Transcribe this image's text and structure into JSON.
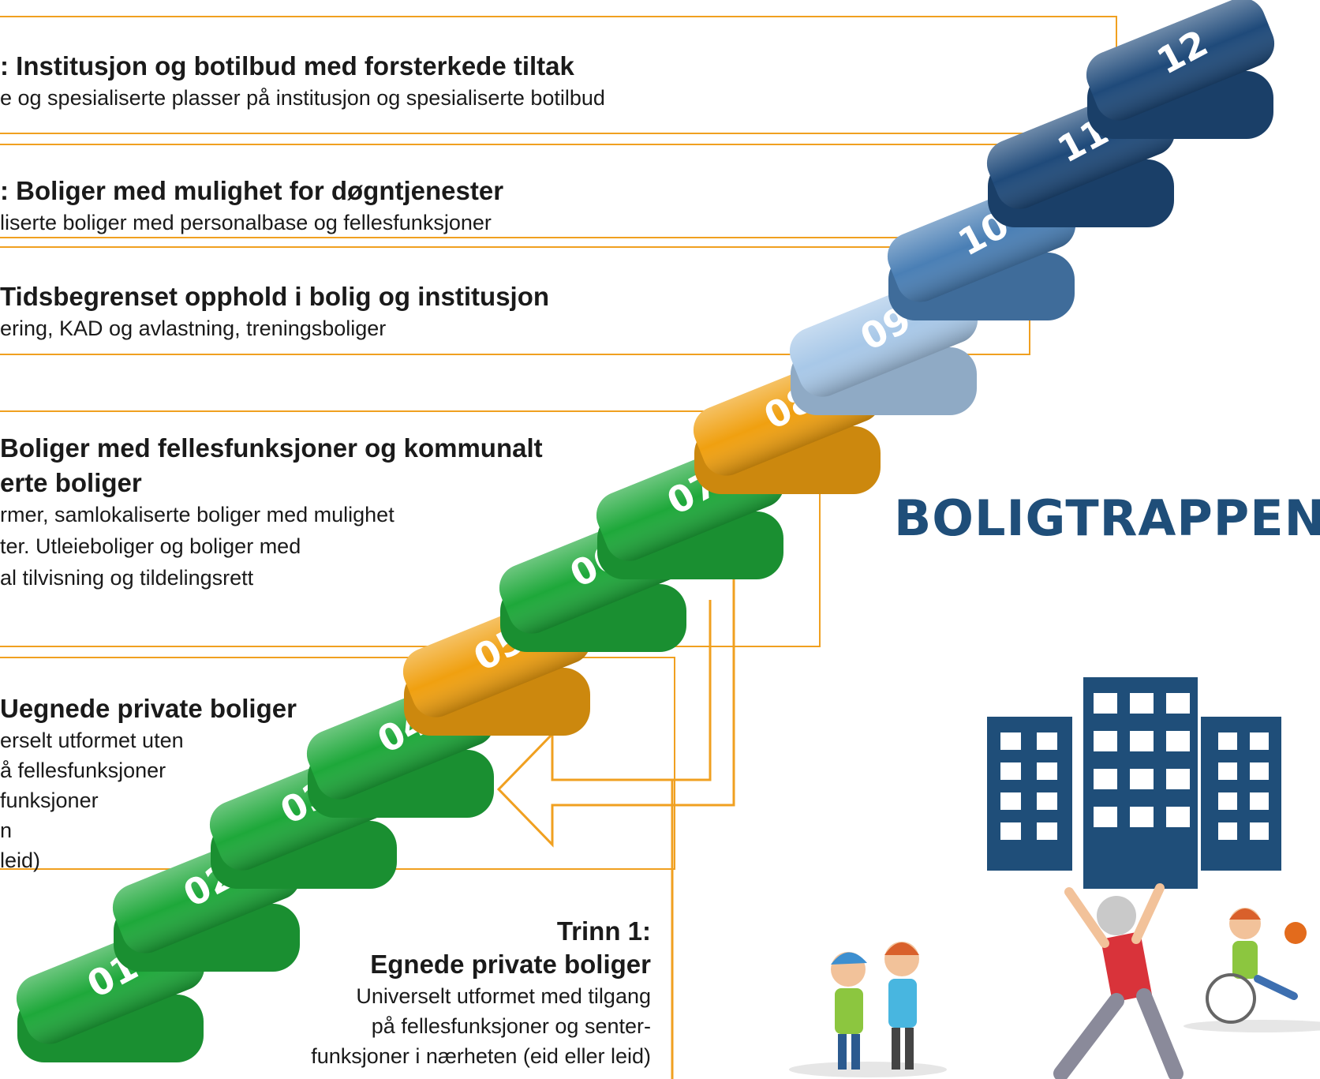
{
  "title": "BOLIGTRAPPEN",
  "levels": [
    {
      "heading": ": Institusjon og botilbud med forsterkede tiltak",
      "lines": [
        "e og spesialiserte plasser på institusjon og spesialiserte botilbud"
      ]
    },
    {
      "heading": ": Boliger med mulighet for døgntjenester",
      "lines": [
        "liserte boliger med personalbase og fellesfunksjoner"
      ]
    },
    {
      "heading": " Tidsbegrenset opphold i bolig og institusjon",
      "lines": [
        "ering, KAD og avlastning, treningsboliger"
      ]
    },
    {
      "heading": " Boliger med fellesfunksjoner og kommunalt",
      "heading2": "erte boliger",
      "lines": [
        "rmer, samlokaliserte boliger med mulighet",
        "ter. Utleieboliger og boliger med",
        "al tilvisning og tildelingsrett"
      ]
    },
    {
      "heading": " Uegnede private boliger",
      "lines": [
        "erselt utformet uten",
        "å fellesfunksjoner",
        "funksjoner",
        "n",
        "leid)"
      ]
    }
  ],
  "trinn1": {
    "label": "Trinn 1:",
    "heading": "Egnede private boliger",
    "lines": [
      "Universelt utformet med tilgang",
      "på fellesfunksjoner og senter-",
      "funksjoner i nærheten (eid eller leid)"
    ]
  },
  "steps": [
    {
      "label": "01",
      "color": "#1ea83a"
    },
    {
      "label": "02",
      "color": "#1ea83a"
    },
    {
      "label": "03",
      "color": "#1ea83a"
    },
    {
      "label": "04",
      "color": "#1ea83a"
    },
    {
      "label": "05",
      "color": "#f0a010"
    },
    {
      "label": "06",
      "color": "#1ea83a"
    },
    {
      "label": "07",
      "color": "#1ea83a"
    },
    {
      "label": "08",
      "color": "#f0a010"
    },
    {
      "label": "09",
      "color": "#a8c8e8"
    },
    {
      "label": "10",
      "color": "#4a7fb5"
    },
    {
      "label": "11",
      "color": "#1f4a7a"
    },
    {
      "label": "12",
      "color": "#1f4a7a"
    }
  ],
  "colors": {
    "frame": "#f0a020",
    "title": "#1f4e79",
    "building": "#1f4e79"
  },
  "icons": [
    "building-icon",
    "children-icon",
    "stretching-elder-icon",
    "wheelchair-child-icon"
  ]
}
